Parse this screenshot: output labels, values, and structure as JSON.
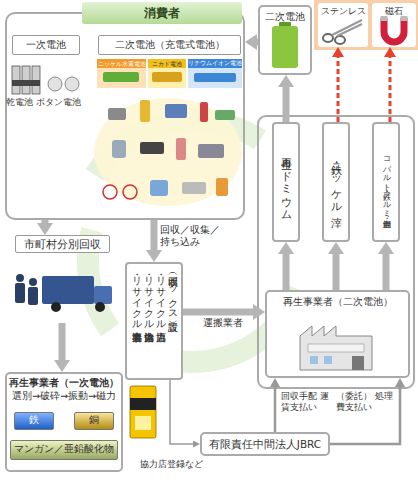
{
  "diagram": {
    "nodes": [
      {
        "text": [
          "消費者"
        ]
      },
      {
        "text": [
          "一次電池"
        ],
        "in": 0
      },
      {
        "text": [
          "二次電池（充電式電池）"
        ],
        "in": 0
      },
      {
        "text": [
          "二次電池"
        ]
      },
      {
        "text": [
          "ステンレス"
        ]
      },
      {
        "text": [
          "磁石"
        ]
      },
      {
        "text": [
          "再生カドミウム"
        ]
      },
      {
        "text": [
          "鉄・ニッケル滓"
        ]
      },
      {
        "text": [
          "コバルト・鉄・アルミ・銅混合"
        ]
      },
      {
        "text": [
          "市町村分別回収"
        ]
      },
      {
        "text": [
          "（回収ボックス設置）",
          "・リサイクル協力店",
          "・リサイクル協力自治体",
          "・リサイクル協力事業者"
        ]
      },
      {
        "text": [
          "再生事業者（二次電池）"
        ]
      },
      {
        "text": [
          "再生事業者（一次電池）",
          "選別→破砕→振動→磁力"
        ]
      },
      {
        "text": [
          "鉄"
        ],
        "in": 12
      },
      {
        "text": [
          "銅"
        ],
        "in": 12
      },
      {
        "text": [
          "マンガン／亜鉛酸化物"
        ],
        "in": 12
      },
      {
        "text": [
          "有限責任中間法人JBRC"
        ]
      }
    ],
    "edges": [
      {
        "from": 3,
        "to": 0,
        "arrow": "to"
      },
      {
        "from": 6,
        "to": 3,
        "arrow": "to"
      },
      {
        "from": 7,
        "to": 4,
        "arrow": "to"
      },
      {
        "from": 8,
        "to": 5,
        "arrow": "to"
      },
      {
        "from": 11,
        "to": 6,
        "arrow": "to"
      },
      {
        "from": 11,
        "to": 7,
        "arrow": "to"
      },
      {
        "from": 11,
        "to": 8,
        "arrow": "to"
      },
      {
        "from": 0,
        "to": 9,
        "arrow": "to"
      },
      {
        "from": 9,
        "to": 12,
        "arrow": "to"
      },
      {
        "from": 0,
        "to": 10,
        "label": "回収／収集／持ち込み",
        "arrow": "to"
      },
      {
        "from": 10,
        "to": 11,
        "label": "運搬業者",
        "arrow": "to"
      },
      {
        "from": 10,
        "to": 16,
        "label": "協力店登録など",
        "arrow": "to"
      },
      {
        "from": 16,
        "to": 11,
        "label": "回収手配 運賃支払い",
        "arrow": "to"
      },
      {
        "from": 16,
        "to": 11,
        "label": "（委託） 処理費支払い",
        "arrow": "to"
      }
    ],
    "labels": [
      "乾電池 ボタン電池",
      "ニッケル水素電池",
      "ニカド電池",
      "リチウムイオン電池"
    ]
  }
}
